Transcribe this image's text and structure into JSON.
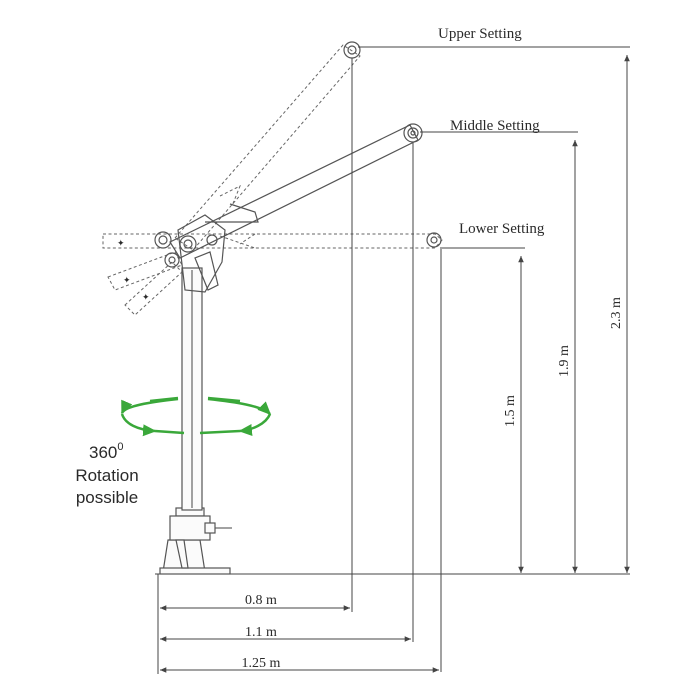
{
  "settings": {
    "upper": "Upper Setting",
    "middle": "Middle Setting",
    "lower": "Lower Setting"
  },
  "heights": {
    "lower": "1.5 m",
    "middle": "1.9 m",
    "upper": "2.3 m"
  },
  "reaches": {
    "upper": "0.8 m",
    "middle": "1.1 m",
    "lower": "1.25 m"
  },
  "rotation": {
    "degrees": "360",
    "degree_mark": "0",
    "line2": "Rotation",
    "line3": "possible",
    "arrow_color": "#3aa83a"
  }
}
